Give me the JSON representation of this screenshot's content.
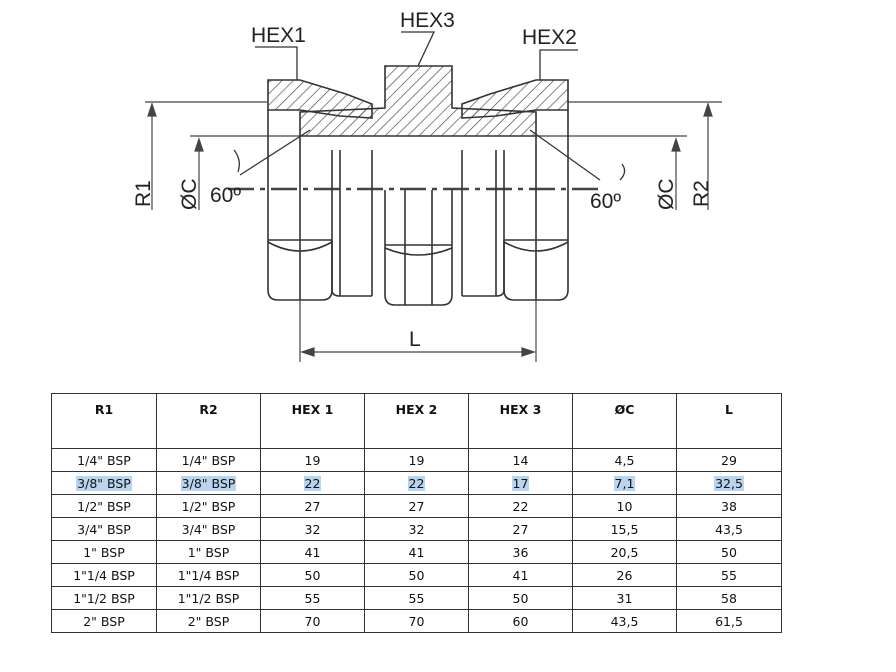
{
  "drawing": {
    "labels": {
      "hex1": "HEX1",
      "hex2": "HEX2",
      "hex3": "HEX3",
      "r1": "R1",
      "r2": "R2",
      "dia_left": "ØC",
      "dia_right": "ØC",
      "angle_left": "60º",
      "angle_right": "60º",
      "length": "L"
    }
  },
  "table": {
    "headers": [
      "R1",
      "R2",
      "HEX 1",
      "HEX 2",
      "HEX 3",
      "ØC",
      "L"
    ],
    "rows": [
      [
        "1/4\" BSP",
        "1/4\" BSP",
        "19",
        "19",
        "14",
        "4,5",
        "29"
      ],
      [
        "3/8\" BSP",
        "3/8\" BSP",
        "22",
        "22",
        "17",
        "7,1",
        "32,5"
      ],
      [
        "1/2\" BSP",
        "1/2\" BSP",
        "27",
        "27",
        "22",
        "10",
        "38"
      ],
      [
        "3/4\" BSP",
        "3/4\" BSP",
        "32",
        "32",
        "27",
        "15,5",
        "43,5"
      ],
      [
        "1\" BSP",
        "1\" BSP",
        "41",
        "41",
        "36",
        "20,5",
        "50"
      ],
      [
        "1\"1/4 BSP",
        "1\"1/4 BSP",
        "50",
        "50",
        "41",
        "26",
        "55"
      ],
      [
        "1\"1/2 BSP",
        "1\"1/2 BSP",
        "55",
        "55",
        "50",
        "31",
        "58"
      ],
      [
        "2\" BSP",
        "2\" BSP",
        "70",
        "70",
        "60",
        "43,5",
        "61,5"
      ]
    ],
    "highlighted_row": 1
  }
}
